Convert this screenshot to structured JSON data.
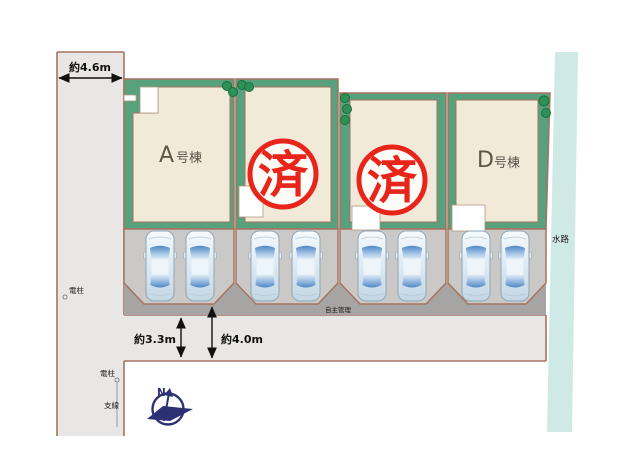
{
  "plan": {
    "dimensions": {
      "west_road": "約4.6m",
      "south_road_a": "約3.3m",
      "south_road_b": "約4.0m"
    },
    "lots": [
      {
        "letter": "A",
        "suffix": "号棟",
        "status": ""
      },
      {
        "letter": "",
        "suffix": "",
        "status": "済"
      },
      {
        "letter": "",
        "suffix": "",
        "status": "済"
      },
      {
        "letter": "D",
        "suffix": "号棟",
        "status": ""
      }
    ],
    "annotations": {
      "utility_pole_1": "電柱",
      "utility_pole_2": "電柱",
      "guy_wire": "支線",
      "waterway": "水路",
      "private_road": "自主管理",
      "compass_north": "N"
    },
    "colors": {
      "lot_green": "#57a27c",
      "building_beige": "#f2ead9",
      "border_brown": "#a5735f",
      "road_gray": "#e8e7e5",
      "parking_gray": "#cbc9c7",
      "private_strip_gray": "#a7a5a3",
      "water_cyan": "#cfe9e6",
      "stamp_red": "#e8251a",
      "compass_navy": "#2c3173"
    }
  }
}
